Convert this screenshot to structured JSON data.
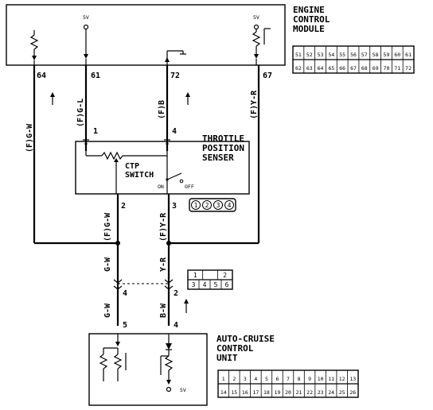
{
  "ecm": {
    "title_lines": [
      "ENGINE",
      "CONTROL",
      "MODULE"
    ],
    "supply_labels": [
      "5V",
      "5V"
    ],
    "terminals": [
      "64",
      "61",
      "72",
      "67"
    ],
    "connector_row1": [
      "51",
      "52",
      "53",
      "54",
      "55",
      "56",
      "57",
      "58",
      "59",
      "60",
      "61"
    ],
    "connector_row2": [
      "62",
      "63",
      "64",
      "65",
      "66",
      "67",
      "68",
      "69",
      "70",
      "71",
      "72"
    ]
  },
  "tps": {
    "title_lines": [
      "THROTTLE",
      "POSITION",
      "SENSER"
    ],
    "switch_lines": [
      "CTP",
      "SWITCH"
    ],
    "on_label": "ON",
    "off_label": "OFF",
    "pins": [
      "1",
      "4",
      "2",
      "3"
    ],
    "connector_pins": [
      "1",
      "2",
      "3",
      "4"
    ]
  },
  "wires": {
    "w64": "(F)G-W",
    "w61": "(F)G-L",
    "w72": "(F)B",
    "w67": "(F)Y-R",
    "lower_left": "(F)G-W",
    "lower_right": "(F)Y-R",
    "gw1": "G-W",
    "yr1": "Y-R",
    "gw2": "G-W",
    "bw": "B-W"
  },
  "joint_connector": {
    "pins_left": "4",
    "pins_right": "2",
    "grid_row1": [
      "1",
      "",
      "2"
    ],
    "grid_row2": [
      "3",
      "4",
      "5",
      "6"
    ]
  },
  "acu": {
    "title_lines": [
      "AUTO-CRUISE",
      "CONTROL",
      "UNIT"
    ],
    "terminals": [
      "5",
      "4"
    ],
    "supply_label": "5V",
    "connector_row1": [
      "1",
      "2",
      "3",
      "4",
      "5",
      "6",
      "7",
      "8",
      "9",
      "10",
      "11",
      "12",
      "13"
    ],
    "connector_row2": [
      "14",
      "15",
      "16",
      "17",
      "18",
      "19",
      "20",
      "21",
      "22",
      "23",
      "24",
      "25",
      "26"
    ]
  }
}
